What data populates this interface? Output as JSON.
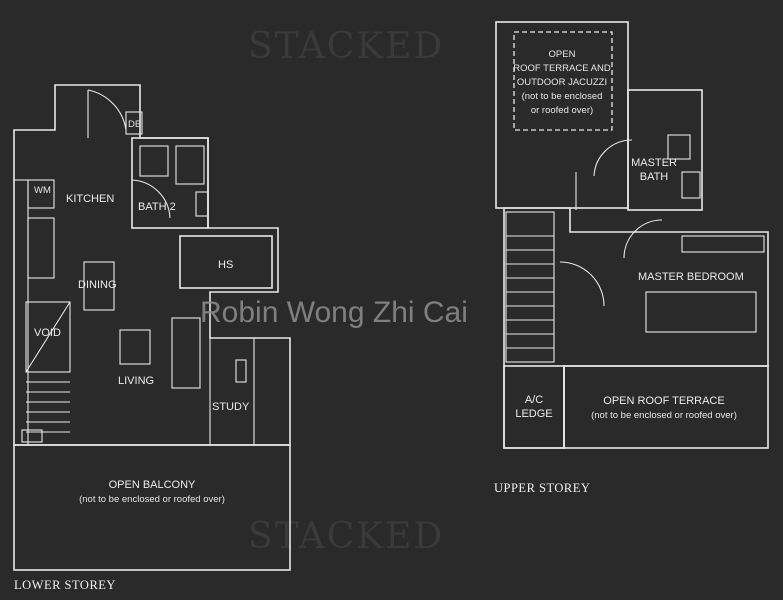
{
  "watermarks": {
    "top": "STACKED",
    "bottom": "STACKED",
    "owner": "Robin Wong Zhi Cai"
  },
  "lower_storey": {
    "caption": "LOWER STOREY",
    "rooms": {
      "wm": "WM",
      "db": "DB",
      "kitchen": "KITCHEN",
      "bath2": "BATH 2",
      "hs": "HS",
      "dining": "DINING",
      "void": "VOID",
      "living": "LIVING",
      "study": "STUDY",
      "balcony": "OPEN BALCONY",
      "balcony_note": "(not to be enclosed or roofed over)"
    }
  },
  "upper_storey": {
    "caption": "UPPER STOREY",
    "rooms": {
      "roof_line1": "OPEN",
      "roof_line2": "ROOF TERRACE AND",
      "roof_line3": "OUTDOOR JACUZZI",
      "roof_line4": "(not to be enclosed",
      "roof_line5": "or roofed over)",
      "master_bath_1": "MASTER",
      "master_bath_2": "BATH",
      "master_bedroom": "MASTER BEDROOM",
      "ac_1": "A/C",
      "ac_2": "LEDGE",
      "terrace": "OPEN ROOF TERRACE",
      "terrace_note": "(not to be enclosed or roofed over)"
    }
  }
}
